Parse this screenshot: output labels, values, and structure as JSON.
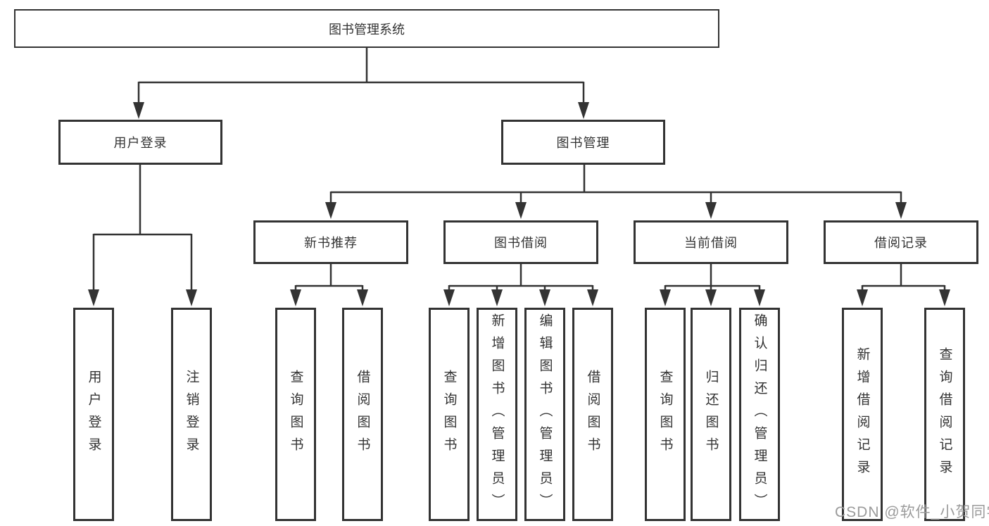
{
  "tree": {
    "root": "图书管理系统",
    "branches": [
      {
        "label": "用户登录",
        "leaves": [
          "用户登录",
          "注销登录"
        ]
      },
      {
        "label": "图书管理",
        "groups": [
          {
            "label": "新书推荐",
            "leaves": [
              "查询图书",
              "借阅图书"
            ]
          },
          {
            "label": "图书借阅",
            "leaves": [
              "查询图书",
              "新增图书（管理员）",
              "编辑图书（管理员）",
              "借阅图书"
            ]
          },
          {
            "label": "当前借阅",
            "leaves": [
              "查询图书",
              "归还图书",
              "确认归还（管理员）"
            ]
          },
          {
            "label": "借阅记录",
            "leaves": [
              "新增借阅记录",
              "查询借阅记录"
            ]
          }
        ]
      }
    ]
  },
  "colors": {
    "line": "#333333",
    "text": "#333333",
    "watermark": "#9b9b9b",
    "background": "#ffffff"
  },
  "watermark": {
    "text": "CSDN @软件_小贺同学"
  }
}
